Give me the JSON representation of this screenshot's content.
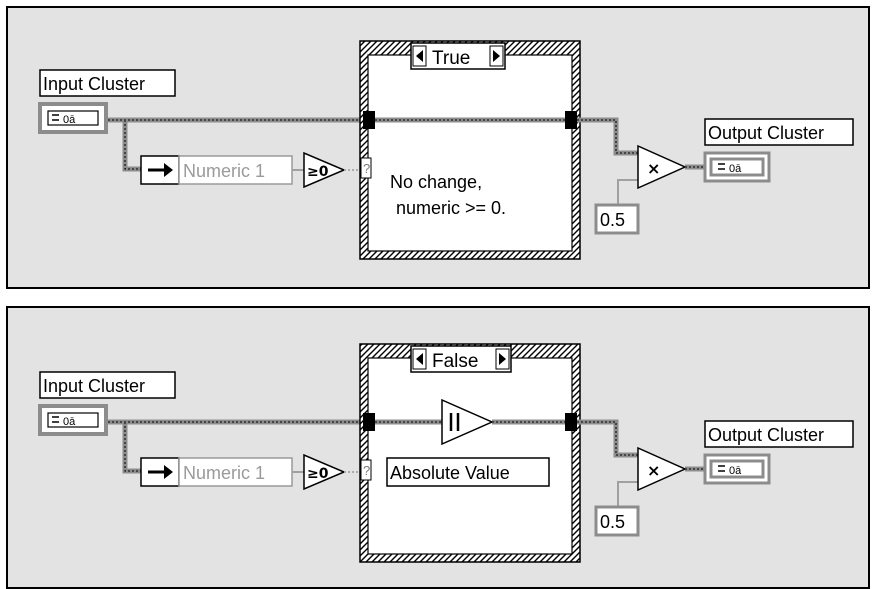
{
  "diagrams": [
    {
      "case_selector": "True",
      "input_label": "Input Cluster",
      "output_label": "Output Cluster",
      "unbundle_element": "Numeric 1",
      "compare_op": "≥0",
      "case_comment_line1": "No change,",
      "case_comment_line2": "numeric >= 0.",
      "multiply_op": "×",
      "constant": "0.5"
    },
    {
      "case_selector": "False",
      "input_label": "Input Cluster",
      "output_label": "Output Cluster",
      "unbundle_element": "Numeric 1",
      "compare_op": "≥0",
      "case_function_label": "Absolute Value",
      "multiply_op": "×",
      "constant": "0.5"
    }
  ],
  "icons": {
    "cluster": "cluster-terminal-icon",
    "unbundle": "unbundle-by-name-icon",
    "compare": "greater-or-equal-zero-icon",
    "multiply": "multiply-icon",
    "absolute": "absolute-value-icon",
    "selector": "case-selector-arrows-icon"
  },
  "colors": {
    "background": "#e3e3e3",
    "cluster_wire": "#8c8c8c",
    "boolean_wire": "#9a9a9a",
    "numeric_wire": "#a0a0a0"
  }
}
